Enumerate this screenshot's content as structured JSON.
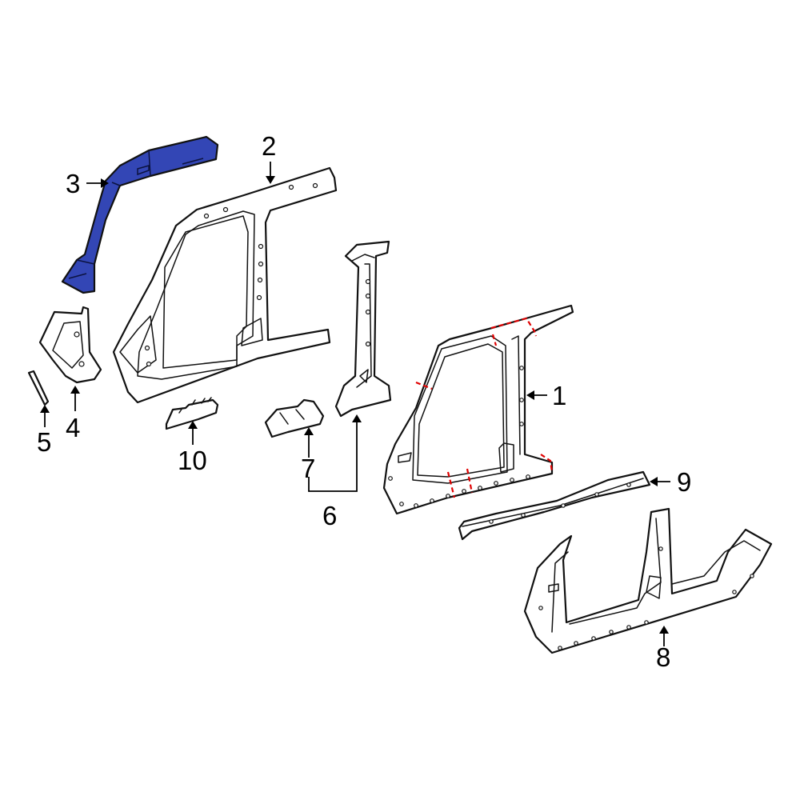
{
  "colors": {
    "highlight_part": "#3346b5",
    "cut_line": "#e00000",
    "line": "#111111",
    "background": "#ffffff"
  },
  "callouts": {
    "c1": "1",
    "c2": "2",
    "c3": "3",
    "c4": "4",
    "c5": "5",
    "c6": "6",
    "c7": "7",
    "c8": "8",
    "c9": "9",
    "c10": "10"
  },
  "highlighted_callout": "3"
}
